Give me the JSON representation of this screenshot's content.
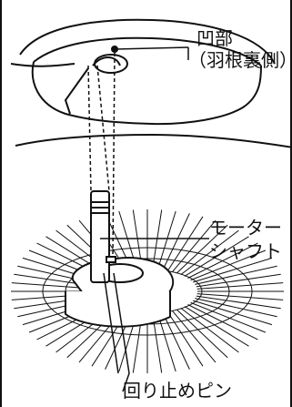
{
  "labels": {
    "recess_title": "凹部",
    "recess_sub": "（羽根裏側）",
    "motor_shaft_line1": "モーター",
    "motor_shaft_line2": "シャフト",
    "stop_pin": "回り止めピン"
  },
  "colors": {
    "ink": "#111111",
    "background": "#ffffff"
  },
  "icons": {
    "recess": "fan-blade-hub-underside",
    "shaft": "motor-shaft",
    "pin": "anti-rotation-pin"
  }
}
